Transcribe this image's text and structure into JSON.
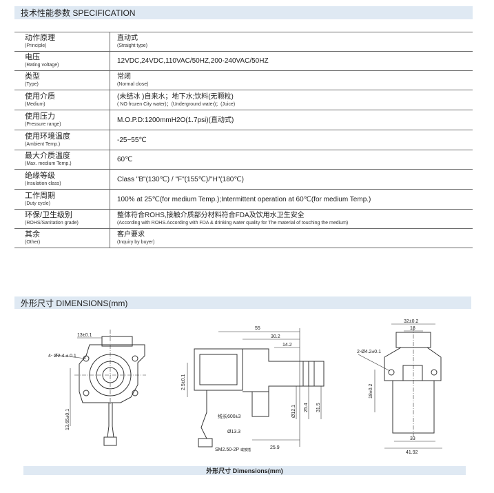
{
  "spec_header": "技术性能参数 SPECIFICATION",
  "rows": [
    {
      "zh": "动作原理",
      "en": "(Principle)",
      "main": "直动式",
      "sub": "(Straight type)",
      "h": 28
    },
    {
      "zh": "电压",
      "en": "(Rating voltage)",
      "main": "12VDC,24VDC,110VAC/50HZ,200-240VAC/50HZ",
      "sub": "",
      "h": 28
    },
    {
      "zh": "类型",
      "en": "(Type)",
      "main": "常闭",
      "sub": "(Normal close)",
      "h": 28
    },
    {
      "zh": "使用介质",
      "en": "(Medium)",
      "main": "(未结冰 )自来水；地下水;饮料(无颗粒)",
      "sub": "( NO frozen City water)；(Underground water)；(Juice)",
      "h": 29
    },
    {
      "zh": "使用压力",
      "en": "(Pressure range)",
      "main": "M.O.P.D:1200mmH2O(1.7psi)(直动式)",
      "sub": "",
      "h": 29
    },
    {
      "zh": "使用环境温度",
      "en": "(Ambient Temp.)",
      "main": "-25~55℃",
      "sub": "",
      "h": 29
    },
    {
      "zh": "最大介质温度",
      "en": "(Max. medium Temp.)",
      "main": "60℃",
      "sub": "",
      "h": 28
    },
    {
      "zh": "绝缘等级",
      "en": "(Insulation class)",
      "main": "Class \"B\"(130℃) / \"F\"(155℃)/\"H\"(180℃)",
      "sub": "",
      "h": 29
    },
    {
      "zh": "工作周期",
      "en": "(Duty cycle)",
      "main": "100% at 25℃(for medium Temp.);Intermittent operation at 60℃(for medium Temp.)",
      "sub": "",
      "h": 29
    },
    {
      "zh": "环保/卫生级别",
      "en": "(ROHS/Sanitation grade)",
      "main": "整体符合ROHS,接触介质部分材料符合FDA及饮用水卫生安全",
      "sub": "(According with ROHS.According with FDA & drinking water quality for The material of touching the medium)",
      "h": 28
    },
    {
      "zh": "其余",
      "en": "(Other)",
      "main": "客户要求",
      "sub": "(Inquiry by buyer)",
      "h": 28
    }
  ],
  "dim_header": "外形尺寸 DIMENSIONS(mm)",
  "front": {
    "d1": "13±0.1",
    "d2": "4- Ø2.4 ± 0.1",
    "d3": "13.65±0.1"
  },
  "side": {
    "d1": "55",
    "d2": "30.2",
    "d3": "14.2",
    "d4": "2.5±0.1",
    "d5": "Ø12.1",
    "d6": "25.4",
    "d7": "31.5",
    "d8": "线长600±3",
    "d9": "Ø13.3",
    "d10": "25.9",
    "d11": "SM2.50-2P",
    "d12": "或按插"
  },
  "right": {
    "d1": "32±0.2",
    "d2": "18",
    "d3": "2-Ø4.2±0.1",
    "d4": "18±0.2",
    "d5": "33",
    "d6": "41.92"
  },
  "caption": "外形尺寸 Dimensions(mm)"
}
